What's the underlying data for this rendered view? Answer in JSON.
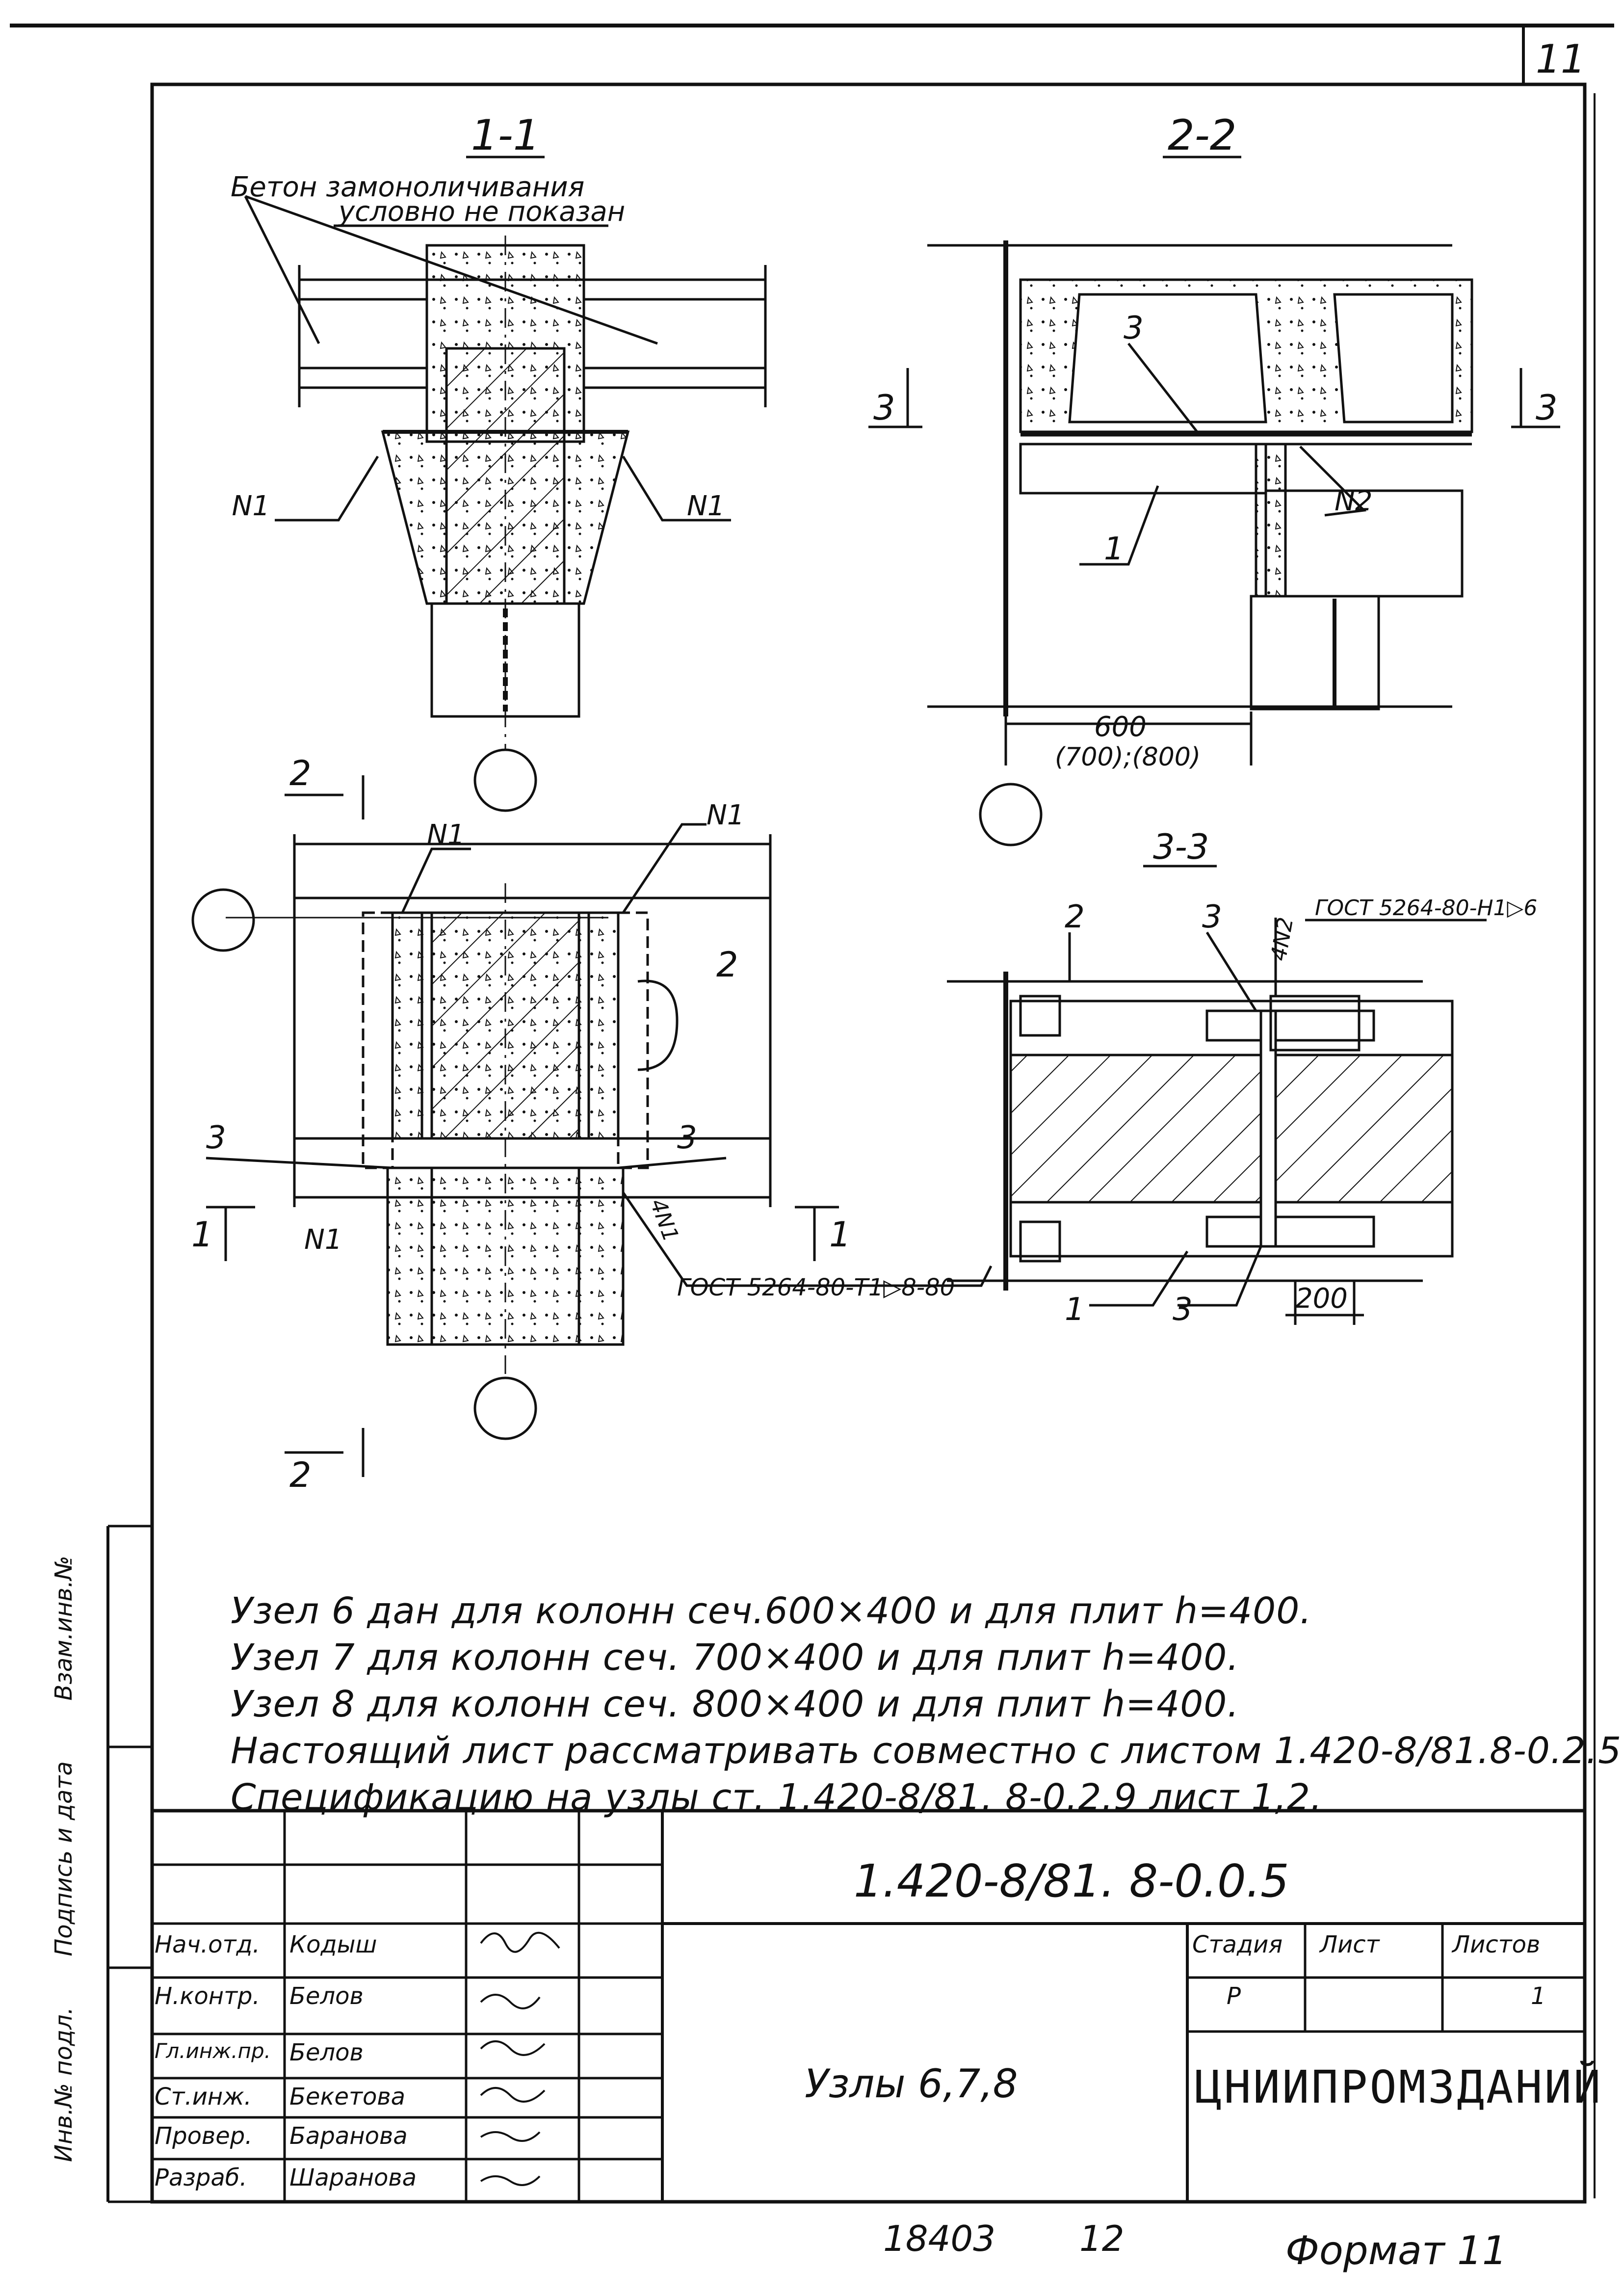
{
  "sheet": {
    "page_number": "11",
    "sections": {
      "s11": "1-1",
      "s22": "2-2",
      "s33": "3-3"
    },
    "callout_concrete": {
      "line1": "Бетон замоноличивания",
      "line2": "условно не показан"
    },
    "marks": {
      "n1": "N1",
      "n2": "N2",
      "n4n1": "4N1",
      "n4n2": "4N2",
      "pos1": "1",
      "pos2": "2",
      "pos3": "3",
      "cut1": "1",
      "cut2": "2",
      "cut3": "3"
    },
    "dimensions": {
      "d600": "600",
      "d700_800": "(700);(800)",
      "d200": "200"
    },
    "weld_notes": {
      "gost_t1": "ГОСТ 5264-80-Т1▷8-80",
      "gost_h1": "ГОСТ 5264-80-Н1▷6"
    }
  },
  "notes": [
    "Узел 6 дан для колонн сеч.600×400 и для плит h=400.",
    "Узел 7 для колонн сеч. 700×400 и для плит h=400.",
    "Узел 8 для колонн сеч. 800×400 и для плит h=400.",
    "Настоящий лист рассматривать совместно с листом 1.420-8/81.8-0.2.5.",
    "Спецификацию на узлы ст. 1.420-8/81. 8-0.2.9 лист 1,2."
  ],
  "side_labels": {
    "vzam": "Взам.инв.№",
    "podp": "Подпись и дата",
    "inv": "Инв.№ подл."
  },
  "title_block": {
    "doc_code": "1.420-8/81. 8-0.0.5",
    "title": "Узлы 6,7,8",
    "stage_header": "Стадия",
    "sheet_header": "Лист",
    "sheets_header": "Листов",
    "stage": "Р",
    "sheet": "",
    "sheets": "1",
    "organization": "ЦНИИПРОМЗДАНИЙ",
    "signatures": [
      {
        "role": "Нач.отд.",
        "name": "Кодыш"
      },
      {
        "role": "Н.контр.",
        "name": "Белов"
      },
      {
        "role": "Гл.инж.пр.",
        "name": "Белов"
      },
      {
        "role": "Ст.инж.",
        "name": "Бекетова"
      },
      {
        "role": "Провер.",
        "name": "Баранова"
      },
      {
        "role": "Разраб.",
        "name": "Шаранова"
      }
    ]
  },
  "footer": {
    "inv_number": "18403",
    "copy_number": "12",
    "format": "Формат 11"
  }
}
